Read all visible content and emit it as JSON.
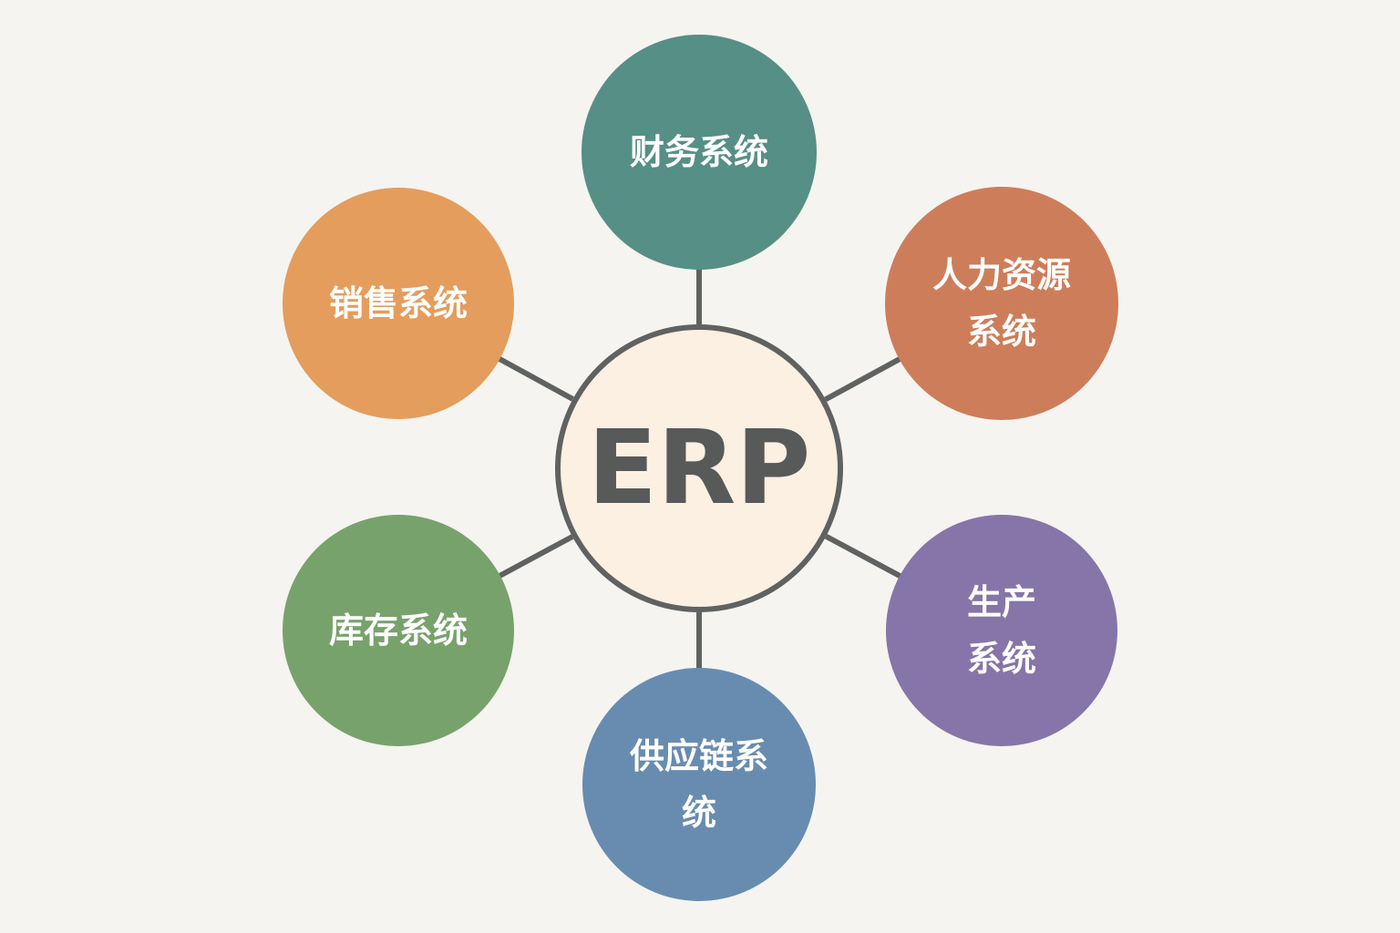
{
  "diagram": {
    "center": {
      "label": "ERP",
      "fill": "#fbf0e2",
      "stroke": "#5f6261",
      "text_color": "#575a59"
    },
    "connector_color": "#5f6261",
    "background": "#f5f4f0",
    "modules": [
      {
        "id": "finance",
        "lines": [
          "财务系统"
        ],
        "color": "#568f85"
      },
      {
        "id": "hr",
        "lines": [
          "人力资源",
          "系统"
        ],
        "color": "#ce7d5a"
      },
      {
        "id": "production",
        "lines": [
          "生产",
          "系统"
        ],
        "color": "#8675a8"
      },
      {
        "id": "supply-chain",
        "lines": [
          "供应链系",
          "统"
        ],
        "color": "#688cb0"
      },
      {
        "id": "inventory",
        "lines": [
          "库存系统"
        ],
        "color": "#78a26c"
      },
      {
        "id": "sales",
        "lines": [
          "销售系统"
        ],
        "color": "#e49d5c"
      }
    ]
  }
}
